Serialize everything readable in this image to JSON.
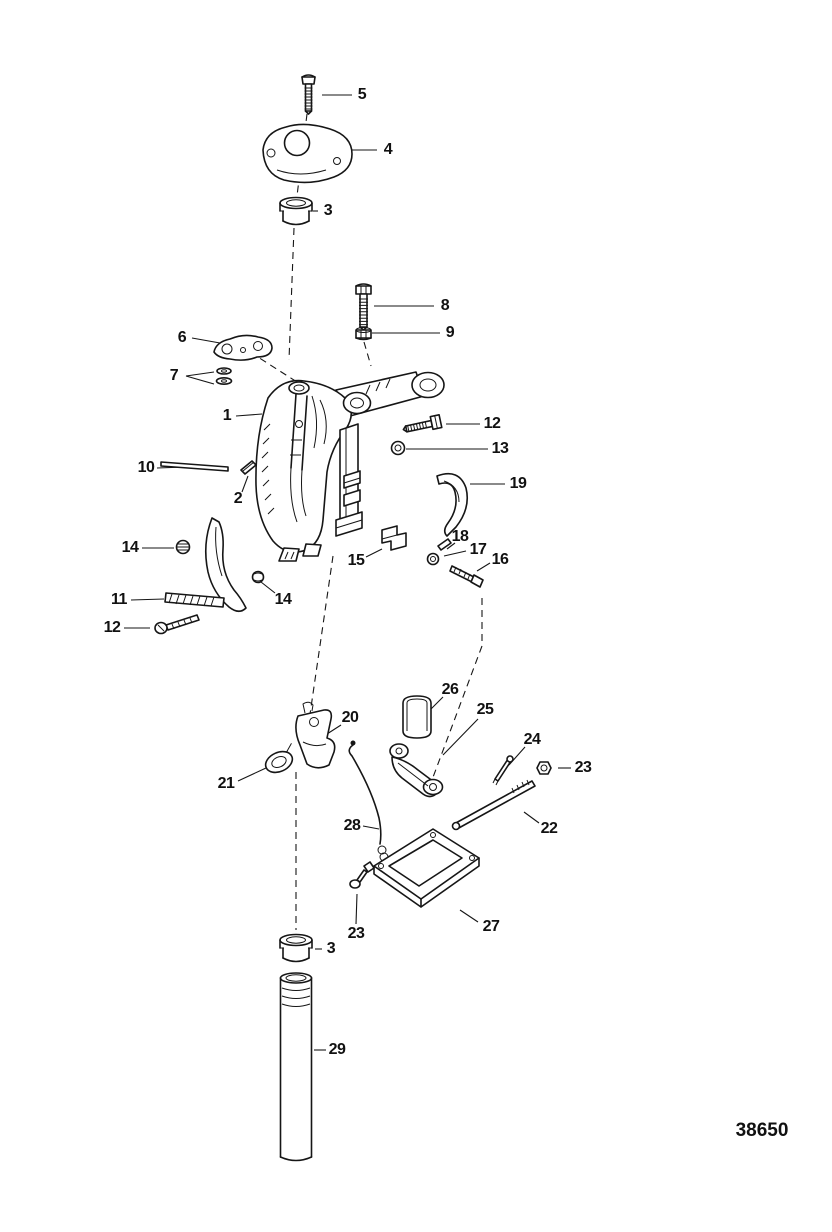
{
  "figure": {
    "number": "38650"
  },
  "callouts": [
    {
      "label": "5"
    },
    {
      "label": "4"
    },
    {
      "label": "3"
    },
    {
      "label": "8"
    },
    {
      "label": "9"
    },
    {
      "label": "6"
    },
    {
      "label": "7"
    },
    {
      "label": "1"
    },
    {
      "label": "12"
    },
    {
      "label": "13"
    },
    {
      "label": "10"
    },
    {
      "label": "2"
    },
    {
      "label": "19"
    },
    {
      "label": "18"
    },
    {
      "label": "15"
    },
    {
      "label": "17"
    },
    {
      "label": "16"
    },
    {
      "label": "14"
    },
    {
      "label": "11"
    },
    {
      "label": "14"
    },
    {
      "label": "12"
    },
    {
      "label": "26"
    },
    {
      "label": "25"
    },
    {
      "label": "20"
    },
    {
      "label": "21"
    },
    {
      "label": "24"
    },
    {
      "label": "23"
    },
    {
      "label": "22"
    },
    {
      "label": "28"
    },
    {
      "label": "27"
    },
    {
      "label": "23"
    },
    {
      "label": "3"
    },
    {
      "label": "29"
    }
  ]
}
